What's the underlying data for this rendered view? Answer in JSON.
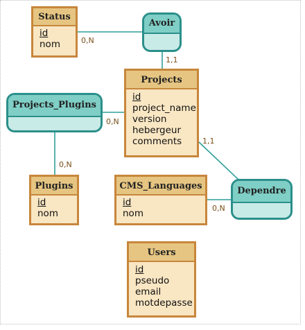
{
  "entities": {
    "status": {
      "title": "Status",
      "fields": [
        "id",
        "nom"
      ]
    },
    "projects": {
      "title": "Projects",
      "fields": [
        "id",
        "project_name",
        "version",
        "hebergeur",
        "comments"
      ]
    },
    "plugins": {
      "title": "Plugins",
      "fields": [
        "id",
        "nom"
      ]
    },
    "cms_languages": {
      "title": "CMS_Languages",
      "fields": [
        "id",
        "nom"
      ]
    },
    "users": {
      "title": "Users",
      "fields": [
        "id",
        "pseudo",
        "email",
        "motdepasse"
      ]
    }
  },
  "associations": {
    "avoir": {
      "title": "Avoir"
    },
    "projects_plugins": {
      "title": "Projects_Plugins"
    },
    "dependre": {
      "title": "Dependre"
    }
  },
  "cardinalities": {
    "status_avoir": "0,N",
    "avoir_projects": "1,1",
    "projects_plugins_projects": "0,N",
    "plugins_projects_plugins": "0,N",
    "projects_dependre": "1,1",
    "cms_dependre": "0,N"
  },
  "colors": {
    "entity_border": "#c7863b",
    "entity_header": "#e6c582",
    "entity_body": "#f9e6c3",
    "association_border": "#2b8f8a",
    "association_header": "#7fcfc6",
    "association_body": "#c9ebe7",
    "link": "#2e9f98"
  }
}
